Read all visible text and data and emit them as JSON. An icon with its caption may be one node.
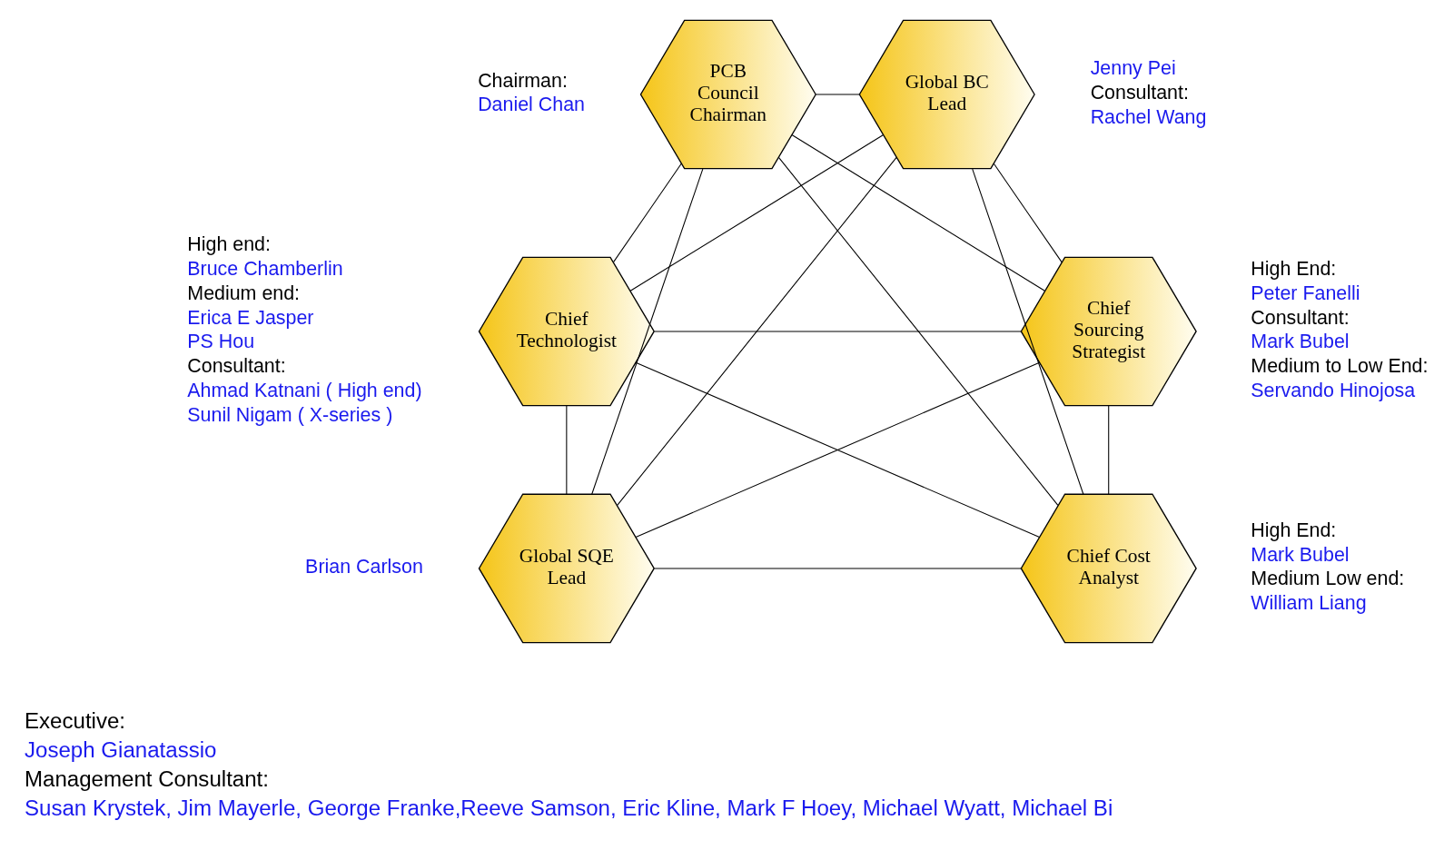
{
  "diagram": {
    "nodes": [
      {
        "text": [
          "PCB Council Chairman"
        ],
        "beside": [
          "Chairman:",
          "Daniel Chan"
        ]
      },
      {
        "text": [
          "Global BC Lead"
        ],
        "beside": [
          "Jenny Pei",
          "Consultant:",
          "Rachel Wang"
        ]
      },
      {
        "text": [
          "Chief Technologist"
        ],
        "beside": [
          "High end:",
          "Bruce Chamberlin",
          "Medium end:",
          "Erica E Jasper",
          "PS Hou",
          "Consultant:",
          "Ahmad Katnani ( High end)",
          "Sunil Nigam ( X-series )"
        ]
      },
      {
        "text": [
          "Chief Sourcing Strategist"
        ],
        "beside": [
          "High End:",
          "Peter Fanelli",
          "Consultant:",
          "Mark Bubel",
          "Medium to Low End:",
          "Servando Hinojosa"
        ]
      },
      {
        "text": [
          "Global SQE Lead"
        ],
        "beside": [
          "Brian Carlson"
        ]
      },
      {
        "text": [
          "Chief Cost Analyst"
        ],
        "beside": [
          "High End:",
          "Mark Bubel",
          "Medium Low end:",
          "William Liang"
        ]
      }
    ],
    "edges": [
      {
        "from": 0,
        "to": 1,
        "arrow": "none"
      },
      {
        "from": 0,
        "to": 2,
        "arrow": "none"
      },
      {
        "from": 0,
        "to": 3,
        "arrow": "none"
      },
      {
        "from": 0,
        "to": 4,
        "arrow": "none"
      },
      {
        "from": 0,
        "to": 5,
        "arrow": "none"
      },
      {
        "from": 1,
        "to": 2,
        "arrow": "none"
      },
      {
        "from": 1,
        "to": 3,
        "arrow": "none"
      },
      {
        "from": 1,
        "to": 4,
        "arrow": "none"
      },
      {
        "from": 1,
        "to": 5,
        "arrow": "none"
      },
      {
        "from": 2,
        "to": 3,
        "arrow": "none"
      },
      {
        "from": 2,
        "to": 4,
        "arrow": "none"
      },
      {
        "from": 2,
        "to": 5,
        "arrow": "none"
      },
      {
        "from": 3,
        "to": 4,
        "arrow": "none"
      },
      {
        "from": 3,
        "to": 5,
        "arrow": "none"
      },
      {
        "from": 4,
        "to": 5,
        "arrow": "none"
      }
    ],
    "labels": [
      "Executive:",
      "Joseph Gianatassio",
      "Management Consultant:",
      "Susan Krystek, Jim Mayerle, George Franke,Reeve Samson, Eric Kline, Mark F Hoey, Michael Wyatt, Michael Bi"
    ]
  }
}
